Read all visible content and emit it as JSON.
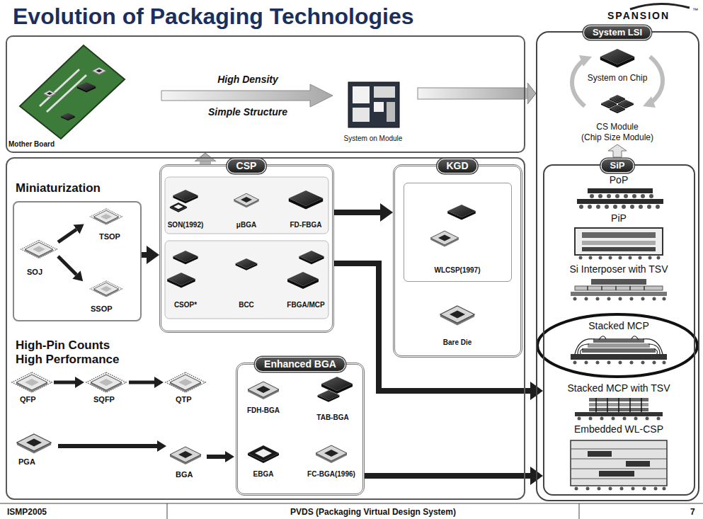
{
  "diagram": {
    "title": "Evolution of Packaging Technologies",
    "nodes": [
      {
        "text": [
          "Mother Board",
          "High Density",
          "Simple Structure",
          "System on Module"
        ]
      },
      {
        "text": [
          "System LSI",
          "System on Chip",
          "CS Module",
          "(Chip Size Module)"
        ]
      },
      {
        "text": [
          "SiP",
          "PoP",
          "PiP",
          "Si Interposer with TSV",
          "Stacked MCP",
          "Stacked MCP with TSV",
          "Embedded WL-CSP"
        ],
        "in": 1
      },
      {
        "text": [
          "Miniaturization",
          "High-Pin Counts High Performance",
          "QFP",
          "SQFP",
          "QTP",
          "PGA",
          "BGA"
        ]
      },
      {
        "text": [
          "SOJ",
          "TSOP",
          "SSOP"
        ],
        "in": 3
      },
      {
        "text": [
          "CSP",
          "SON(1992)",
          "μBGA",
          "FD-FBGA",
          "CSOP*",
          "BCC",
          "FBGA/MCP"
        ],
        "in": 3
      },
      {
        "text": [
          "KGD",
          "Bare Die"
        ],
        "in": 3
      },
      {
        "text": [
          "WLCSP(1997)"
        ],
        "in": 6
      },
      {
        "text": [
          "Enhanced BGA",
          "FDH-BGA",
          "TAB-BGA",
          "EBGA",
          "FC-BGA(1996)"
        ],
        "in": 3
      }
    ],
    "edges": [
      {
        "from": 4,
        "to": 5,
        "arrow": "to"
      },
      {
        "from": 5,
        "to": 0,
        "arrow": "to"
      },
      {
        "from": 0,
        "to": 1,
        "arrow": "to"
      },
      {
        "from": 5,
        "to": 6,
        "arrow": "to"
      },
      {
        "from": 5,
        "to": 2,
        "arrow": "to"
      },
      {
        "from": 8,
        "to": 2,
        "arrow": "to"
      }
    ],
    "labels": [
      "SPANSION",
      "™",
      "ISMP2005",
      "PVDS (Packaging Virtual Design System)",
      "7"
    ]
  }
}
